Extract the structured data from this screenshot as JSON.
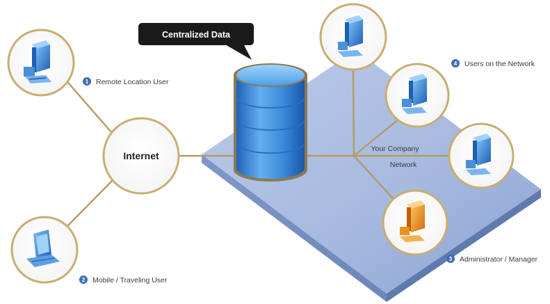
{
  "callout": {
    "label": "Centralized Data"
  },
  "hub": {
    "label": "Internet"
  },
  "network": {
    "line1": "Your Company",
    "line2": "Network"
  },
  "nodes": [
    {
      "number": "1",
      "label": "Remote Location User"
    },
    {
      "number": "2",
      "label": "Mobile / Traveling User"
    },
    {
      "number": "3",
      "label": "Administrator / Manager"
    },
    {
      "number": "4",
      "label": "Users on the Network"
    }
  ],
  "colors": {
    "connector": "#b59a63",
    "ring": "#c9ad72",
    "platform": "#9fb4dc",
    "database": "#3d86d6",
    "badge": "#3e6fb5",
    "callout": "#1a1a1a",
    "admin_computer": "#e9921e"
  }
}
